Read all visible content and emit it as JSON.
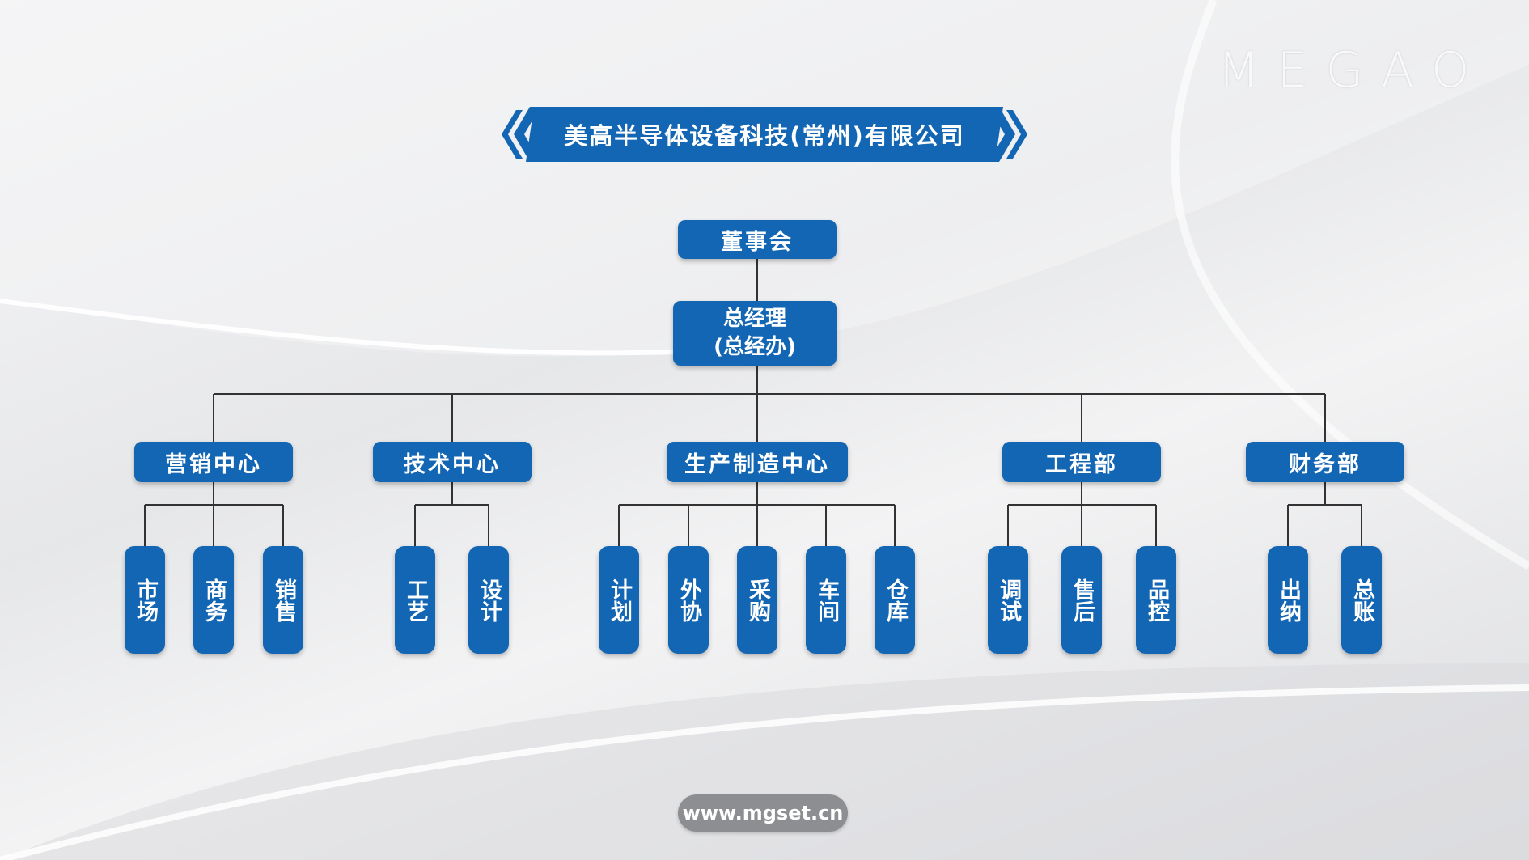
{
  "title": "美高半导体设备科技(常州)有限公司",
  "logo_text": "MEGAO",
  "website": "www.mgset.cn",
  "colors": {
    "node": "#1366b3",
    "line": "#333333",
    "website_pill": "#8d8e91"
  },
  "board": "董事会",
  "gm": {
    "line1": "总经理",
    "line2": "(总经办)"
  },
  "departments": [
    {
      "name": "营销中心",
      "children": [
        "市场",
        "商务",
        "销售"
      ]
    },
    {
      "name": "技术中心",
      "children": [
        "工艺",
        "设计"
      ]
    },
    {
      "name": "生产制造中心",
      "children": [
        "计划",
        "外协",
        "采购",
        "车间",
        "仓库"
      ]
    },
    {
      "name": "工程部",
      "children": [
        "调试",
        "售后",
        "品控"
      ]
    },
    {
      "name": "财务部",
      "children": [
        "出纳",
        "总账"
      ]
    }
  ]
}
